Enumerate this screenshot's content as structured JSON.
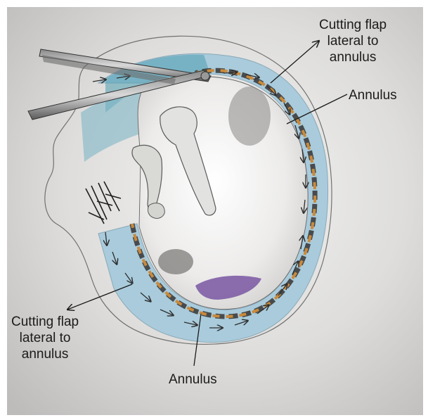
{
  "labels": {
    "flap_top": [
      "Cutting flap",
      "lateral to",
      "annulus"
    ],
    "annulus_right": "Annulus",
    "flap_left": [
      "Cutting flap",
      "lateral to",
      "annulus"
    ],
    "annulus_bottom": "Annulus"
  },
  "colors": {
    "paper": "#dcdbd8",
    "flap_blue": "#a9cbdc",
    "flap_teal": "#4f9fb0",
    "annulus_orange": "#c98a3c",
    "annulus_dark": "#3d3d3d",
    "promontory_purple": "#7f5ea6",
    "pencil": "#2e2e2e"
  }
}
